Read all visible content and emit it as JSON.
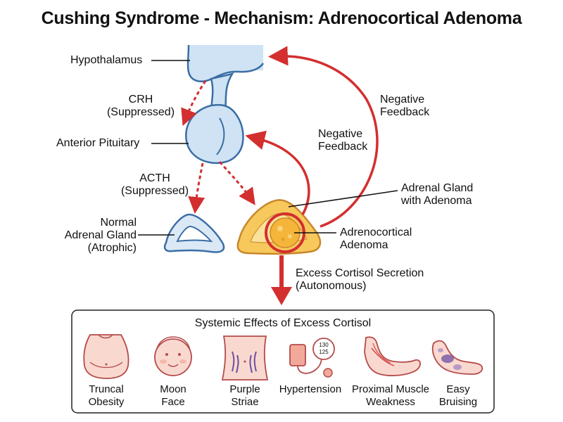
{
  "title": "Cushing Syndrome - Mechanism: Adrenocortical Adenoma",
  "labels": {
    "hypothalamus": "Hypothalamus",
    "crh": "CRH\n(Suppressed)",
    "anterior_pituitary": "Anterior Pituitary",
    "acth": "ACTH\n(Suppressed)",
    "normal_adrenal": "Normal\nAdrenal Gland\n(Atrophic)",
    "negative_feedback_outer": "Negative\nFeedback",
    "negative_feedback_inner": "Negative\nFeedback",
    "adrenal_with_adenoma": "Adrenal Gland\nwith Adenoma",
    "adrenocortical_adenoma": "Adrenocortical\nAdenoma",
    "excess_cortisol": "Excess Cortisol Secretion\n(Autonomous)"
  },
  "effects": {
    "title": "Systemic Effects of Excess Cortisol",
    "items": [
      {
        "label": "Truncal\nObesity",
        "icon": "truncal-obesity-icon"
      },
      {
        "label": "Moon\nFace",
        "icon": "moon-face-icon"
      },
      {
        "label": "Purple\nStriae",
        "icon": "purple-striae-icon"
      },
      {
        "label": "Hypertension",
        "icon": "blood-pressure-gauge-icon",
        "gauge_top": "130",
        "gauge_bottom": "125"
      },
      {
        "label": "Proximal Muscle\nWeakness",
        "icon": "arm-muscle-icon"
      },
      {
        "label": "Easy\nBruising",
        "icon": "bruised-arm-icon"
      }
    ]
  },
  "colors": {
    "arrow_red": "#d32f2f",
    "normal_fill": "#dbe9f6",
    "normal_stroke": "#3a6ea5",
    "adrenal_fill": "#f7c95c",
    "adrenal_stroke": "#c8872a",
    "skin_fill": "#f9d9cf",
    "skin_stroke": "#b54a4a",
    "bruise": "#6b4fa0"
  }
}
